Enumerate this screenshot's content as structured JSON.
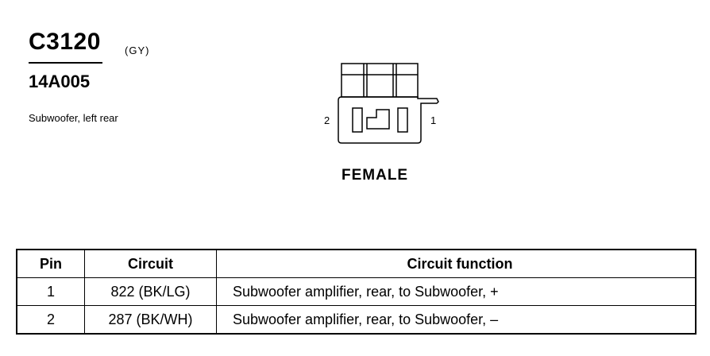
{
  "header": {
    "connector_id": "C3120",
    "color_code": "(GY)",
    "part_number": "14A005",
    "description": "Subwoofer, left rear"
  },
  "connector_view": {
    "pin_left_label": "2",
    "pin_right_label": "1",
    "gender": "FEMALE"
  },
  "table": {
    "headers": [
      "Pin",
      "Circuit",
      "Circuit function"
    ],
    "rows": [
      {
        "pin": "1",
        "circuit": "822 (BK/LG)",
        "function": "Subwoofer amplifier, rear, to Subwoofer, +"
      },
      {
        "pin": "2",
        "circuit": "287 (BK/WH)",
        "function": "Subwoofer amplifier, rear, to Subwoofer, –"
      }
    ]
  },
  "colors": {
    "ink": "#000000",
    "background": "#ffffff"
  }
}
